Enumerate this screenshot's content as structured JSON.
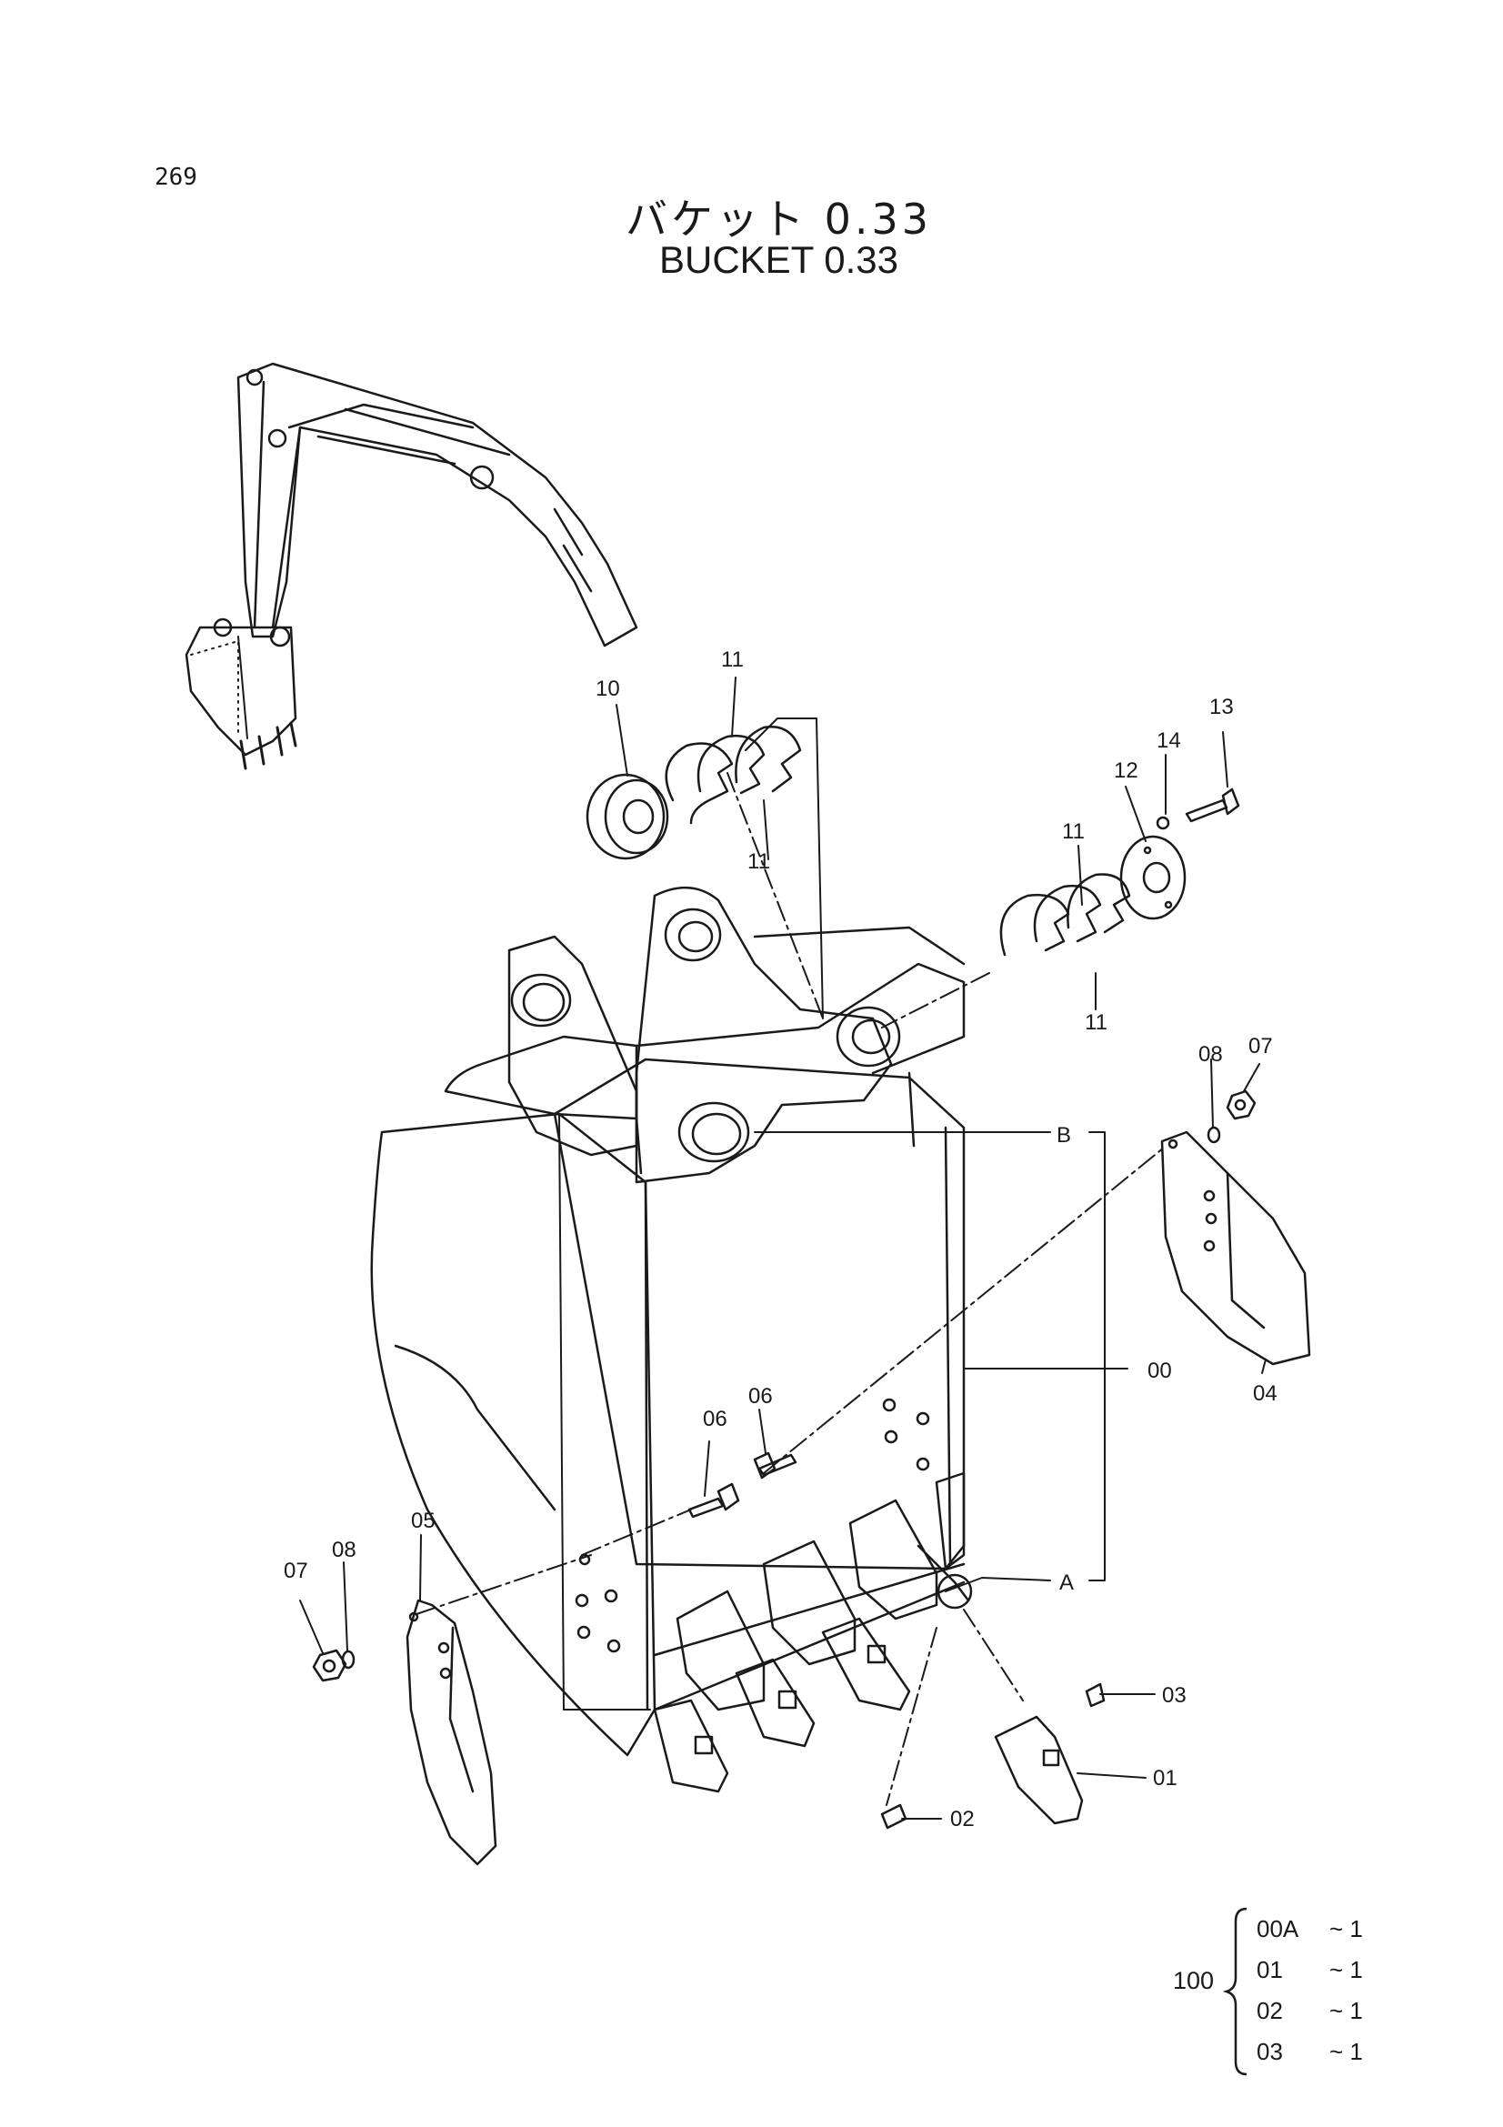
{
  "page_number": "269",
  "title_jp": "バケット 0.33",
  "title_en": "BUCKET 0.33",
  "callouts": {
    "c00": "00",
    "c01": "01",
    "c02": "02",
    "c03": "03",
    "c04": "04",
    "c05": "05",
    "c06a": "06",
    "c06b": "06",
    "c07a": "07",
    "c07b": "07",
    "c08a": "08",
    "c08b": "08",
    "c10": "10",
    "c11a": "11",
    "c11b": "11",
    "c11c": "11",
    "c11d": "11",
    "c12": "12",
    "c13": "13",
    "c14": "14",
    "cA": "A",
    "cB": "B"
  },
  "kit": {
    "qty": "100",
    "rows": [
      {
        "part": "00A",
        "qty": "~ 1"
      },
      {
        "part": "01",
        "qty": "~ 1"
      },
      {
        "part": "02",
        "qty": "~ 1"
      },
      {
        "part": "03",
        "qty": "~ 1"
      }
    ]
  }
}
